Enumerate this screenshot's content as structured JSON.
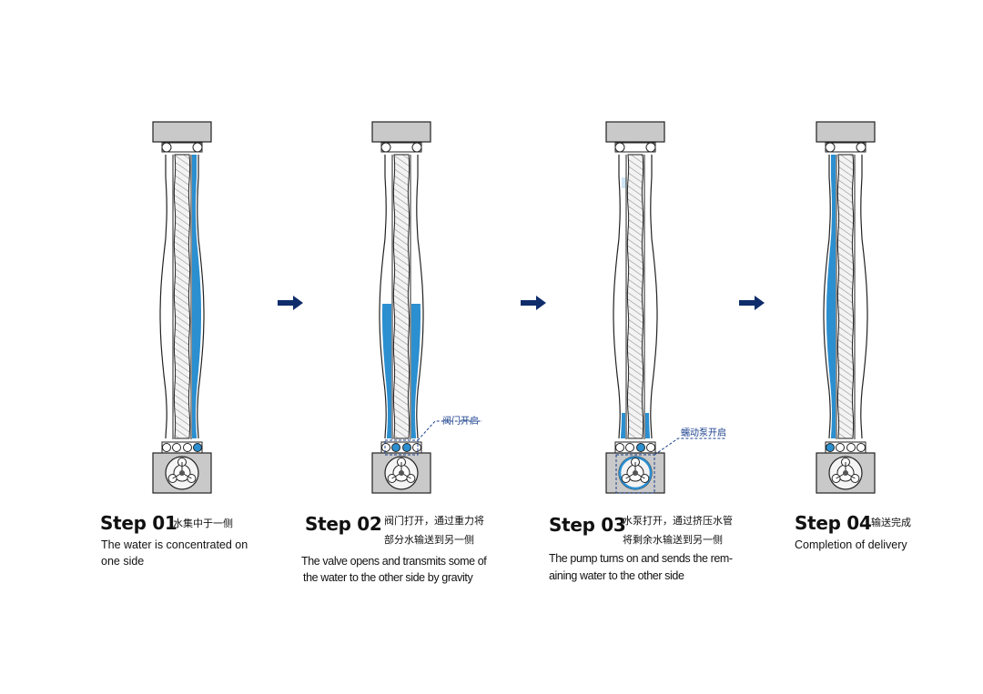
{
  "colors": {
    "water": "#2b8fd0",
    "water_light": "#cfe7f6",
    "arrow": "#0f2d6b",
    "housing": "#c9c9c9",
    "outline": "#222222",
    "callout": "#1a3f8c"
  },
  "arrow_icon": "right-arrow-icon",
  "steps": [
    {
      "title": "Step 01",
      "cn_lines": [
        "水集中于一侧"
      ],
      "en_lines": [
        "The water is concentrated on",
        "one side"
      ],
      "water": {
        "left_level": 0.0,
        "right_level": 1.0
      }
    },
    {
      "title": "Step 02",
      "cn_lines": [
        "阀门打开，通过重力将",
        "部分水输送到另一侧"
      ],
      "en_lines": [
        "The valve opens and transmits some of",
        "the water to the other side by gravity"
      ],
      "water": {
        "left_level": 0.48,
        "right_level": 0.48
      },
      "callout": "阀门开启"
    },
    {
      "title": "Step 03",
      "cn_lines": [
        "水泵打开，通过挤压水管",
        "将剩余水输送到另一侧"
      ],
      "en_lines": [
        "The pump turns on and sends the rem-",
        "aining water to the other side"
      ],
      "water": {
        "left_level": 0.1,
        "right_level": 0.1
      },
      "callout": "蠕动泵开启"
    },
    {
      "title": "Step 04",
      "cn_lines": [
        "输送完成"
      ],
      "en_lines": [
        "Completion of delivery"
      ],
      "water": {
        "left_level": 1.0,
        "right_level": 0.0
      }
    }
  ]
}
